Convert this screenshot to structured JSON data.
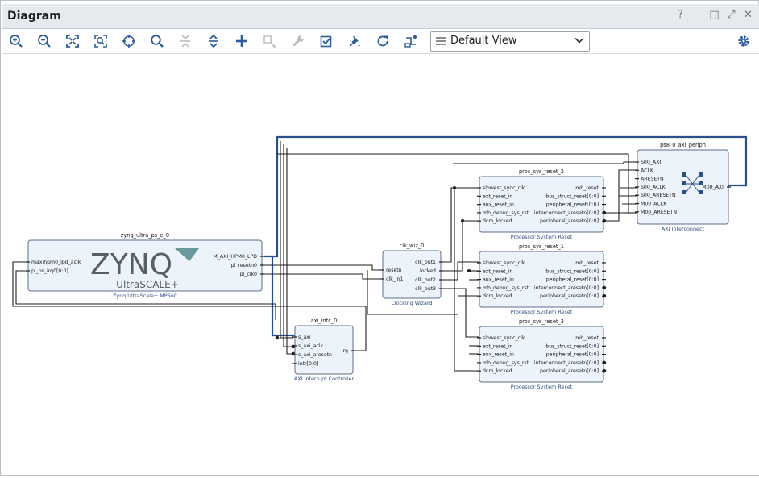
{
  "window": {
    "title": "Diagram"
  },
  "window_controls": [
    "?",
    "—",
    "□",
    "⤢",
    "✕"
  ],
  "toolbar": {
    "buttons": [
      {
        "name": "zoom-in",
        "enabled": true
      },
      {
        "name": "zoom-out",
        "enabled": true
      },
      {
        "name": "zoom-fit",
        "enabled": true
      },
      {
        "name": "zoom-area",
        "enabled": true
      },
      {
        "name": "auto-fit-selection",
        "enabled": true
      },
      {
        "name": "search",
        "enabled": true
      },
      {
        "name": "collapse-all",
        "enabled": false
      },
      {
        "name": "expand-all",
        "enabled": true
      },
      {
        "name": "add-ip",
        "enabled": true
      },
      {
        "name": "make-external",
        "enabled": false
      },
      {
        "name": "properties",
        "enabled": false
      },
      {
        "name": "validate-design",
        "enabled": true
      },
      {
        "name": "run-connection-automation",
        "enabled": true
      },
      {
        "name": "regenerate-layout",
        "enabled": true
      },
      {
        "name": "optimize-routing",
        "enabled": true
      }
    ],
    "view_select": {
      "value": "Default View"
    }
  },
  "colors": {
    "block_fill": "#edf3fb",
    "block_border": "#5a6f8c",
    "wire": "#1e1e1e",
    "bus": "#2b4f87",
    "label_blue": "#31517f"
  },
  "blocks": {
    "zynq": {
      "instance": "zynq_ultra_ps_e_0",
      "logo_main": "ZYNQ",
      "logo_sub": "UltraSCALE+",
      "footer": "Zynq UltraScale+ MPSoC",
      "left_ports": [
        "maxihpm0_lpd_aclk",
        "pl_ps_irq0[0:0]"
      ],
      "right_ports": [
        "M_AXI_HPM0_LPD",
        "pl_resetn0",
        "pl_clk0"
      ]
    },
    "clk_wiz": {
      "instance": "clk_wiz_0",
      "footer": "Clocking Wizard",
      "left_ports": [
        "resetn",
        "clk_in1"
      ],
      "right_ports": [
        "clk_out1",
        "locked",
        "clk_out2",
        "clk_out3"
      ]
    },
    "axi_intc": {
      "instance": "axi_intc_0",
      "footer": "AXI Interrupt Controller",
      "left_ports": [
        "s_axi",
        "s_axi_aclk",
        "s_axi_aresetn",
        "intr[0:0]"
      ],
      "right_ports": [
        "irq"
      ]
    },
    "psr2": {
      "instance": "proc_sys_reset_2",
      "footer": "Processor System Reset",
      "left_ports": [
        "slowest_sync_clk",
        "ext_reset_in",
        "aux_reset_in",
        "mb_debug_sys_rst",
        "dcm_locked"
      ],
      "right_ports": [
        "mb_reset",
        "bus_struct_reset[0:0]",
        "peripheral_reset[0:0]",
        "interconnect_aresetn[0:0]",
        "peripheral_aresetn[0:0]"
      ]
    },
    "psr1": {
      "instance": "proc_sys_reset_1",
      "footer": "Processor System Reset",
      "left_ports": [
        "slowest_sync_clk",
        "ext_reset_in",
        "aux_reset_in",
        "mb_debug_sys_rst",
        "dcm_locked"
      ],
      "right_ports": [
        "mb_reset",
        "bus_struct_reset[0:0]",
        "peripheral_reset[0:0]",
        "interconnect_aresetn[0:0]",
        "peripheral_aresetn[0:0]"
      ]
    },
    "psr3": {
      "instance": "proc_sys_reset_3",
      "footer": "Processor System Reset",
      "left_ports": [
        "slowest_sync_clk",
        "ext_reset_in",
        "aux_reset_in",
        "mb_debug_sys_rst",
        "dcm_locked"
      ],
      "right_ports": [
        "mb_reset",
        "bus_struct_reset[0:0]",
        "peripheral_reset[0:0]",
        "interconnect_aresetn[0:0]",
        "peripheral_aresetn[0:0]"
      ]
    },
    "periph": {
      "instance": "ps8_0_axi_periph",
      "footer": "AXI Interconnect",
      "left_ports": [
        "S00_AXI",
        "ACLK",
        "ARESETN",
        "S00_ACLK",
        "S00_ARESETN",
        "M00_ACLK",
        "M00_ARESETN"
      ],
      "right_ports": [
        "M00_AXI"
      ]
    }
  }
}
